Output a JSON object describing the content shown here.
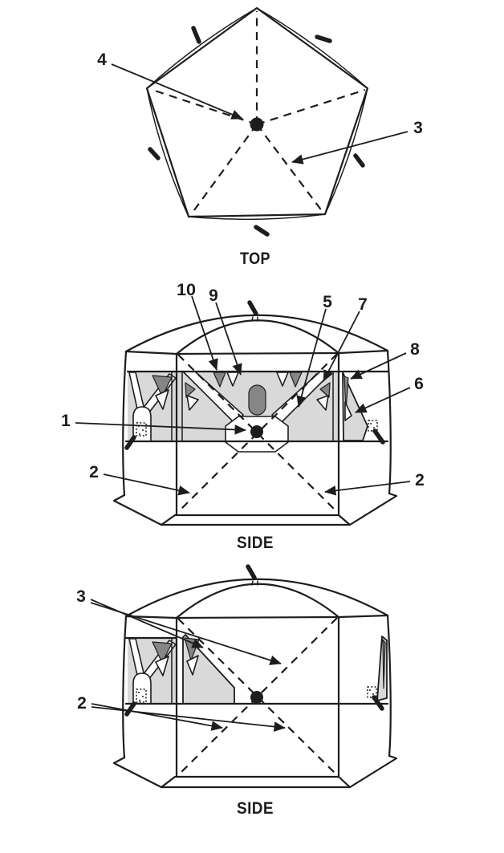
{
  "views": {
    "top": {
      "caption": "TOP",
      "callouts": {
        "center_hub": "4",
        "roof_seam": "3"
      }
    },
    "side1": {
      "caption": "SIDE",
      "callouts": {
        "roof_clip": "10",
        "mesh_pocket": "9",
        "roof_pole": "5",
        "pole_clip": "7",
        "corner_clip": "8",
        "side_window": "6",
        "center_hub": "1",
        "ground_stake_left": "2",
        "ground_stake_right": "2"
      }
    },
    "side2": {
      "caption": "SIDE",
      "callouts": {
        "upper_seam": "3",
        "lower_seam": "2"
      }
    }
  },
  "colors": {
    "line": "#1d1d1b",
    "mesh": "#d9d9d9",
    "dark": "#868686",
    "background": "#ffffff"
  }
}
